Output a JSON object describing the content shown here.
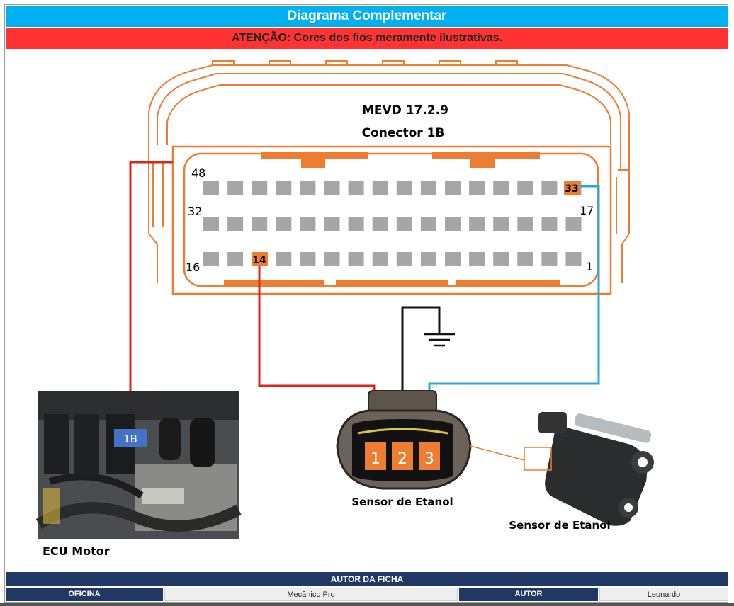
{
  "header": {
    "title": "Diagrama Complementar",
    "warning": "ATENÇÃO: Cores dos fios meramente ilustrativas."
  },
  "connector": {
    "model": "MEVD 17.2.9",
    "name": "Conector 1B",
    "corner_labels": {
      "top_left": "48",
      "mid_left": "32",
      "bottom_left": "16",
      "mid_right": "17",
      "bottom_right": "1"
    },
    "highlighted_pins": {
      "pin_a": "33",
      "pin_b": "14"
    }
  },
  "ecu": {
    "badge": "1B",
    "caption": "ECU Motor"
  },
  "sensor_plug": {
    "pins": [
      "1",
      "2",
      "3"
    ],
    "caption": "Sensor de Etanol"
  },
  "sensor_photo": {
    "caption": "Sensor de Etanol"
  },
  "wires": {
    "red": "#e2231a",
    "black": "#111111",
    "blue": "#29a8dc"
  },
  "colors": {
    "accent_orange": "#ed7d31",
    "pin_gray": "#a6a6a6"
  },
  "footer": {
    "heading": "AUTOR DA FICHA",
    "workshop_label": "OFICINA",
    "workshop_value": "Mecânico Pro",
    "author_label": "AUTOR",
    "author_value": "Leonardo"
  }
}
